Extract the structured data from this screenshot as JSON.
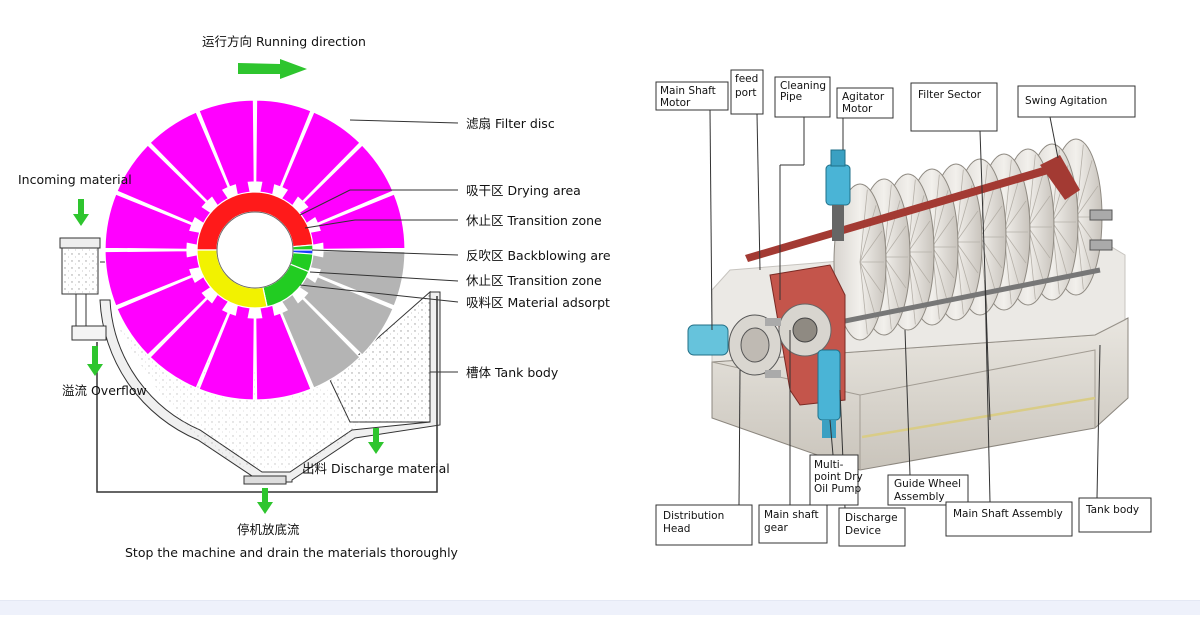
{
  "left_diagram": {
    "running_direction": "运行方向 Running direction",
    "filter_disc": "滤扇 Filter disc",
    "drying_area": "吸干区 Drying area",
    "transition_zone_1": "休止区 Transition zone",
    "backblowing": "反吹区 Backblowing are",
    "transition_zone_2": "休止区 Transition zone",
    "material_adsorpt": "吸料区 Material adsorpt",
    "tank_body": "槽体 Tank body",
    "incoming_material": "Incoming material",
    "overflow": "溢流 Overflow",
    "discharge_material": "出料 Discharge material",
    "stop_cn": "停机放底流",
    "stop_en": "Stop the machine and drain the materials thoroughly"
  },
  "right_diagram": {
    "main_shaft_motor": [
      "Main Shaft",
      "Motor"
    ],
    "feed_port": [
      "feed",
      "port"
    ],
    "cleaning_pipe": [
      "Cleaning",
      "Pipe"
    ],
    "agitator_motor": [
      "Agitator",
      "Motor"
    ],
    "filter_sector": "Filter Sector",
    "swing_agitation": "Swing Agitation",
    "distribution_head": [
      "Distribution",
      "Head"
    ],
    "main_shaft_gear": [
      "Main shaft",
      "gear"
    ],
    "multipoint_pump": [
      "Multi-",
      "point Dry",
      "Oil Pump"
    ],
    "discharge_device": [
      "Discharge",
      "Device"
    ],
    "guide_wheel": [
      "Guide Wheel",
      "Assembly"
    ],
    "main_shaft_assembly": "Main Shaft Assembly",
    "tank_body": "Tank body"
  },
  "colors": {
    "filter_sector": "#ff00ff",
    "dry_zone": "#ff1a1a",
    "transition_green": "#22cc22",
    "adsorb_yellow": "#f2f200",
    "submerged_grey": "#b4b4b4",
    "arrow_green": "#2ec52e",
    "blowback_blue": "#1a3cff"
  }
}
